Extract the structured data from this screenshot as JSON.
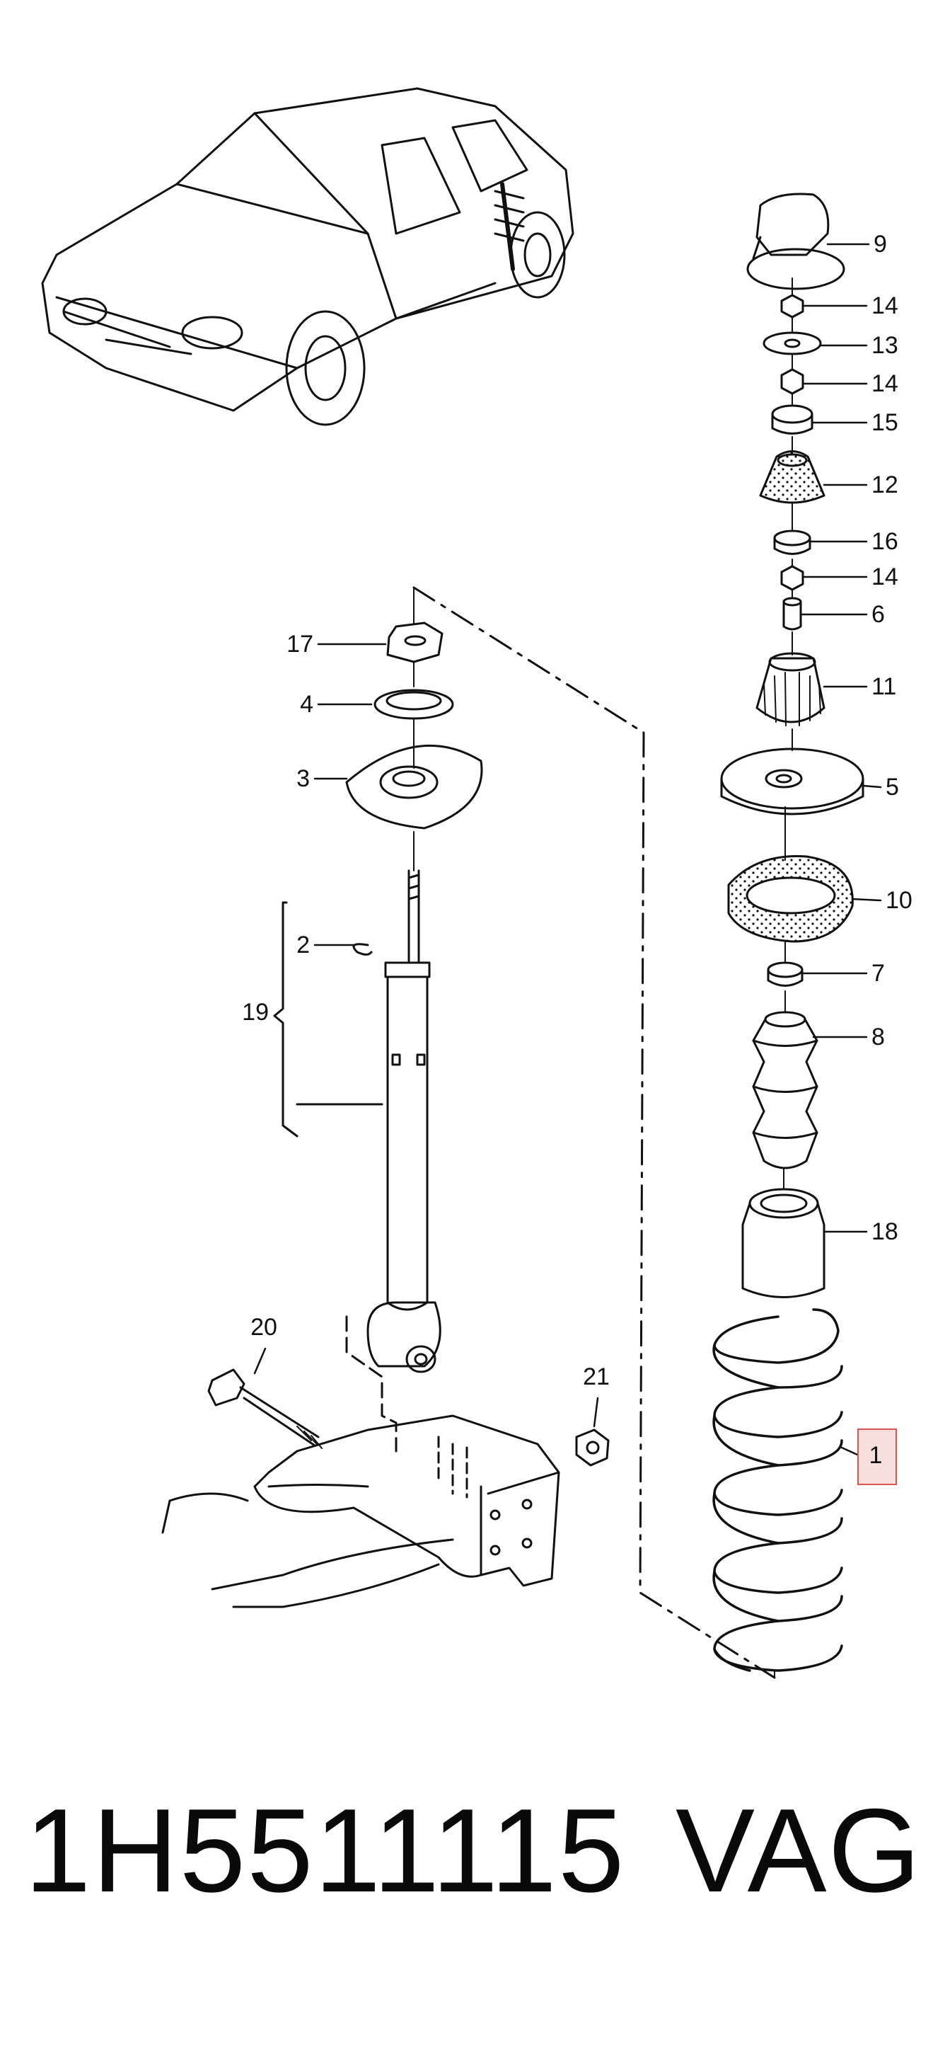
{
  "callouts": {
    "c1": "1",
    "c2": "2",
    "c3": "3",
    "c4": "4",
    "c5": "5",
    "c6": "6",
    "c7": "7",
    "c8": "8",
    "c9": "9",
    "c10": "10",
    "c11": "11",
    "c12": "12",
    "c13": "13",
    "c14a": "14",
    "c14b": "14",
    "c14c": "14",
    "c15": "15",
    "c16": "16",
    "c17": "17",
    "c18": "18",
    "c19": "19",
    "c20": "20",
    "c21": "21"
  },
  "highlighted_part": "1",
  "highlight_color": "#d9534f",
  "footer": {
    "part_number": "1H5511115",
    "brand": "VAG"
  }
}
